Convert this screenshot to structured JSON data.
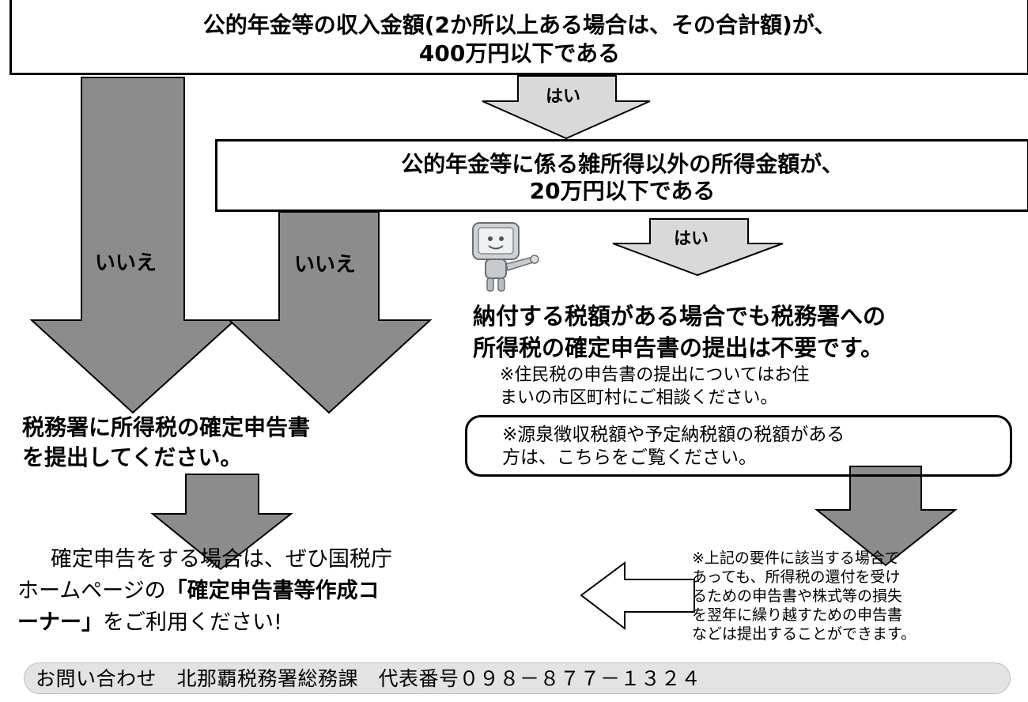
{
  "question1": {
    "line1": "公的年金等の収入金額(2か所以上ある場合は、その合計額)が、",
    "line2": "400万円以下である"
  },
  "question2": {
    "line1": "公的年金等に係る雑所得以外の所得金額が、",
    "line2": "20万円以下である"
  },
  "labels": {
    "yes1": "はい",
    "yes2": "はい",
    "no1": "いいえ",
    "no2": "いいえ"
  },
  "no_filing": {
    "line1": "納付する税額がある場合でも税務署への",
    "line2": "所得税の確定申告書の提出は不要です。",
    "note_line1": "※住民税の申告書の提出についてはお住",
    "note_line2": "まいの市区町村にご相談ください。"
  },
  "withholding_note": {
    "line1": "※源泉徴収税額や予定納税額の税額がある",
    "line2": "方は、こちらをご覧ください。"
  },
  "filing_required": {
    "line1": "税務署に所得税の確定申告書",
    "line2": "を提出してください。"
  },
  "recommendation": {
    "line1": "確定申告をする場合は、ぜひ国税庁",
    "line2_pre": "ホームページの",
    "line2_bold": "「確定申告書等作成コ",
    "line3_bold": "ーナー」",
    "line3_post": "をご利用ください!"
  },
  "refund_note": {
    "line1": "※上記の要件に該当する場合で",
    "line2": "あっても、所得税の還付を受け",
    "line3": "るための申告書や株式等の損失",
    "line4": "を翌年に繰り越すための申告書",
    "line5": "などは提出することができます。"
  },
  "contact": {
    "text": "お問い合わせ　北那覇税務署総務課　代表番号０９８－８７７－１３２４"
  },
  "colors": {
    "gray_arrow": "#8c8c8c",
    "light_arrow": "#d9d9d9",
    "contact_bg": "#e3e3e3"
  }
}
